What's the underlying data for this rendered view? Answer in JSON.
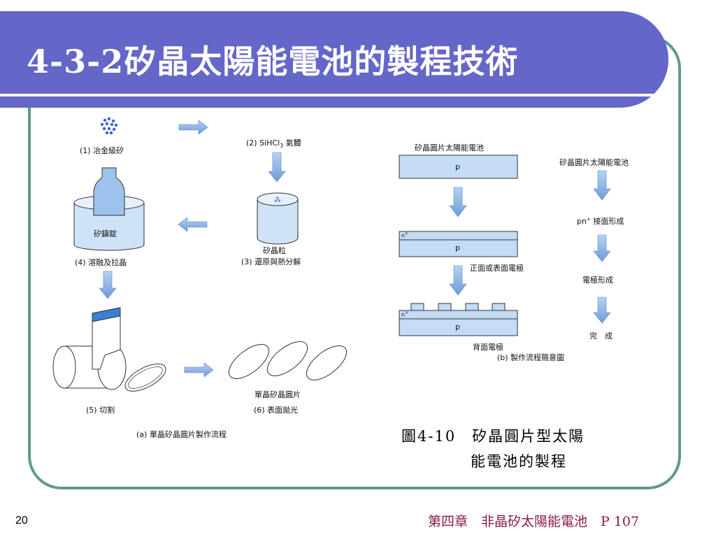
{
  "slide": {
    "title": "4-3-2矽晶太陽能電池的製程技術",
    "page_number": "20",
    "footer": "第四章　非晶矽太陽能電池　P 107"
  },
  "diagram_a": {
    "step1": "(1) 冶金級矽",
    "step2_prefix": "(2) SiHCl",
    "step2_sub": "3",
    "step2_suffix": " 氣體",
    "grain_label": "矽晶粒",
    "step3": "(3) 還原與熱分解",
    "ingot_label": "矽鑄錠",
    "step4": "(4) 溶融及拉晶",
    "step5": "(5) 切割",
    "wafer_label": "單晶矽晶圓片",
    "step6": "(6) 表面拋光",
    "caption": "(a) 單晶矽晶圓片製作流程"
  },
  "diagram_b": {
    "cell_title": "矽晶圓片太陽能電池",
    "p_label": "p",
    "n_label": "n",
    "n_sup": "+",
    "front_electrode": "正面或表面電極",
    "back_electrode": "背面電極",
    "flow": {
      "start": "矽晶圓片太陽能電池",
      "junction_prefix": "pn",
      "junction_sup": "+",
      "junction_suffix": " 接面形成",
      "electrode": "電極形成",
      "done": "完　成"
    },
    "caption": "(b) 製作流程簡意圖"
  },
  "figure_caption": {
    "line1": "圖4-10　矽晶圓片型太陽",
    "line2": "能電池的製程"
  },
  "colors": {
    "banner": "#6466c8",
    "frame": "#5f9a8e",
    "arrow": "#8fb4e8",
    "light_blue": "#c4dcf6",
    "footer_text": "#8a1a4a"
  }
}
